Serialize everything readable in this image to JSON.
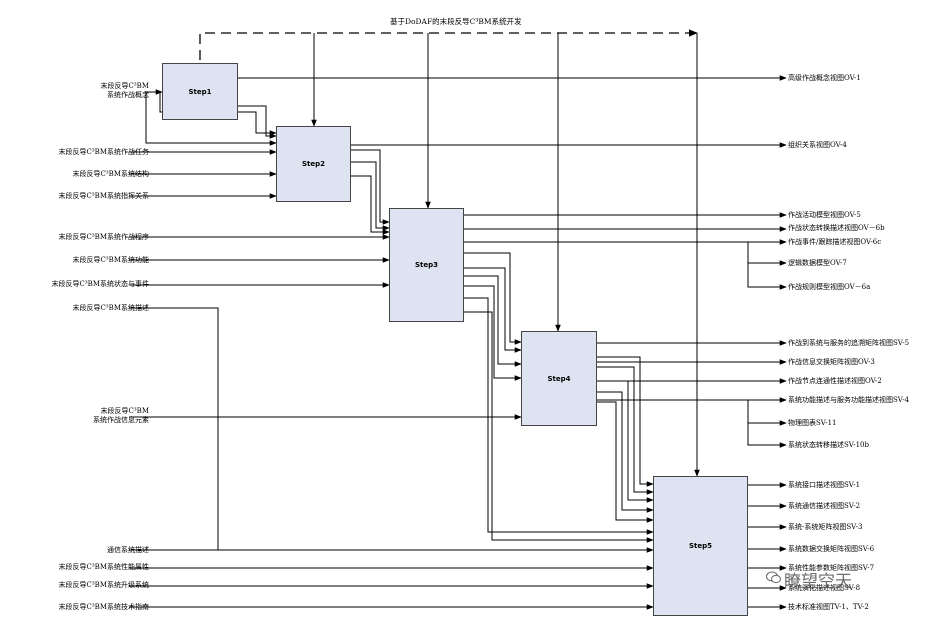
{
  "title": "基于DoDAF的末段反导C³BM系统开发",
  "steps": [
    "Step1",
    "Step2",
    "Step3",
    "Step4",
    "Step5"
  ],
  "inputs": [
    {
      "line1": "末段反导C³BM",
      "line2": "系统作战概念"
    },
    {
      "line1": "末段反导C³BM系统作战任务"
    },
    {
      "line1": "末段反导C³BM系统结构"
    },
    {
      "line1": "末段反导C³BM系统指挥关系"
    },
    {
      "line1": "末段反导C³BM系统作战程序"
    },
    {
      "line1": "末段反导C³BM系统功能"
    },
    {
      "line1": "末段反导C³BM系统状态与事件"
    },
    {
      "line1": "末段反导C³BM系统描述"
    },
    {
      "line1": "末段反导C³BM",
      "line2": "系统作战信息元素"
    },
    {
      "line1": "通信系统描述"
    },
    {
      "line1": "末段反导C³BM系统性能属性"
    },
    {
      "line1": "末段反导C³BM系统升级系统"
    },
    {
      "line1": "末段反导C³BM系统技术指南"
    }
  ],
  "outputs": [
    "高级作战概念视图OV-1",
    "组织关系视图OV-4",
    "作战活动模型视图OV-5",
    "作战状态转换描述视图OV－6b",
    "作战事件/跟踪描述视图OV-6c",
    "逻辑数据模型OV-7",
    "作战规则模型视图OV－6a",
    "作战到系统与服务的追溯矩阵视图SV-5",
    "作战信息交换矩阵视图OV-3",
    "作战节点连通性描述视图OV-2",
    "系统功能描述与服务功能描述视图SV-4",
    "物理图表SV-11",
    "系统状态转移描述SV-10b",
    "系统接口描述视图SV-1",
    "系统通信描述视图SV-2",
    "系统-系统矩阵视图SV-3",
    "系统数据交换矩阵视图SV-6",
    "系统性能参数矩阵视图SV-7",
    "系统演化描述视图SV-8",
    "技术标准视图TV-1、TV-2"
  ],
  "watermark": "瞭望空天"
}
